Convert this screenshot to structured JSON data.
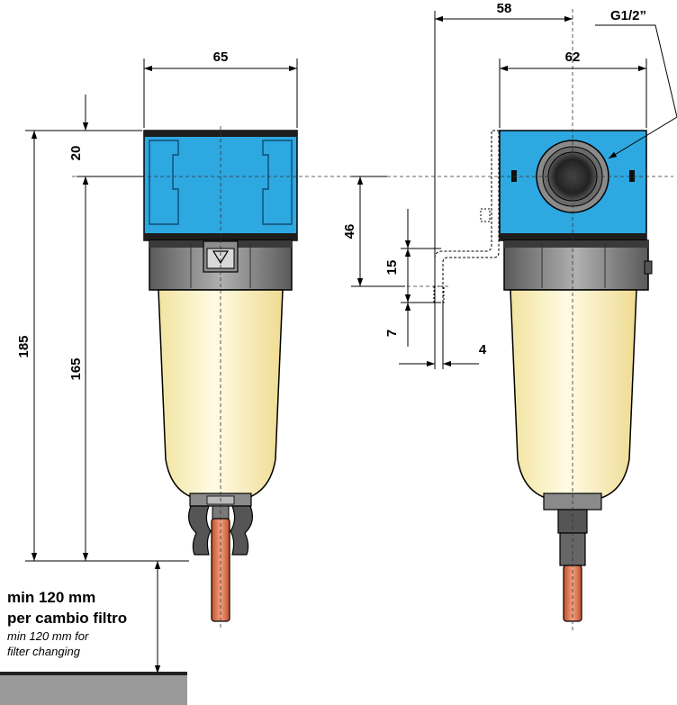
{
  "dimensions": {
    "front_width": "65",
    "side_width": "62",
    "port_offset": "58",
    "thread": "G1/2”",
    "top_height": "20",
    "total_height": "185",
    "body_height": "165",
    "port_drop": "46",
    "bracket_h": "15",
    "bracket_small": "7",
    "bracket_thick": "4"
  },
  "note": {
    "line1": "min 120 mm",
    "line2": "per cambio filtro",
    "line3": "min 120 mm for",
    "line4": "filter changing"
  },
  "colors": {
    "head_blue": "#2ea8e0",
    "ring_gray": "#7f7f7f",
    "bowl_yellow": "#fdf3c4",
    "drain_copper": "#e07650"
  }
}
